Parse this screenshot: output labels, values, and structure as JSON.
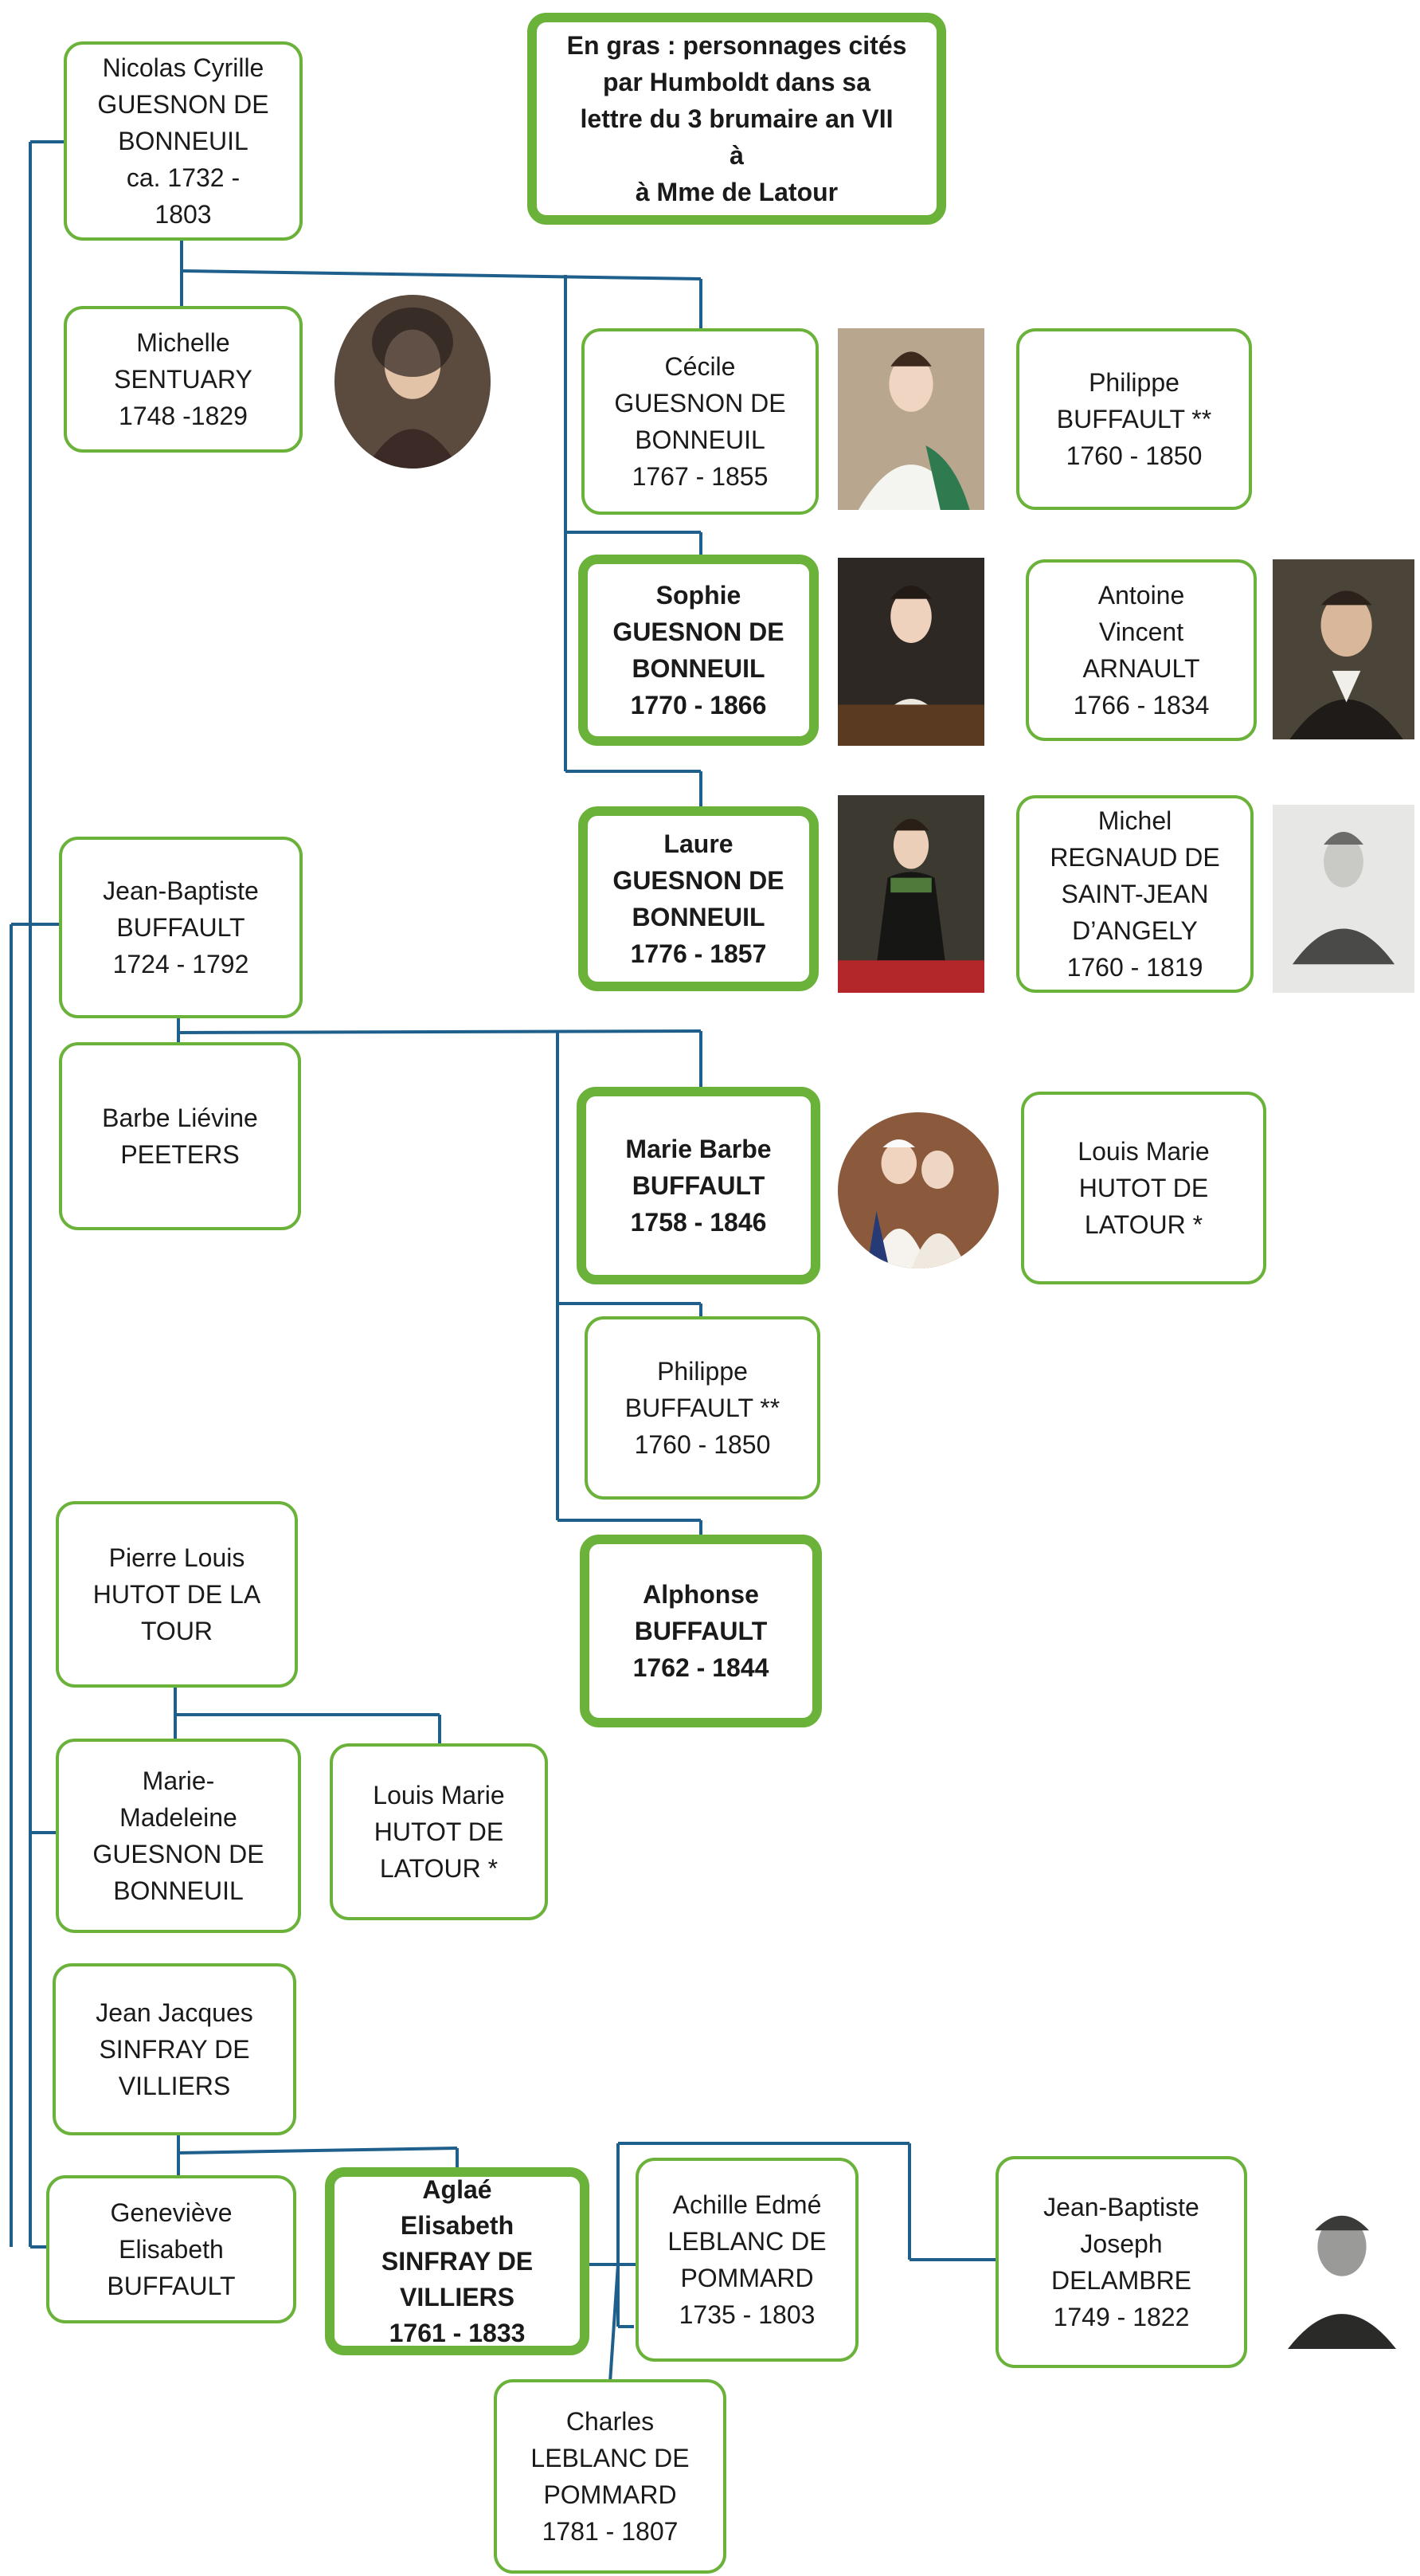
{
  "legend": {
    "text": "En gras : personnages cités\npar Humboldt dans sa\nlettre du 3 brumaire an VII\nà\nà Mme de Latour"
  },
  "persons": {
    "nicolas": "Nicolas Cyrille\nGUESNON DE\nBONNEUIL\nca. 1732 -\n1803",
    "michelle": "Michelle\nSENTUARY\n1748 -1829",
    "cecile": "Cécile\nGUESNON DE\nBONNEUIL\n1767 - 1855",
    "philippe_top": "Philippe\nBUFFAULT **\n1760 - 1850",
    "sophie": "Sophie\nGUESNON DE\nBONNEUIL\n1770 - 1866",
    "antoine": "Antoine\nVincent\nARNAULT\n1766 - 1834",
    "laure": "Laure\nGUESNON DE\nBONNEUIL\n1776 - 1857",
    "michel": "Michel\nREGNAUD DE\nSAINT-JEAN\nD’ANGELY\n1760 - 1819",
    "jean_baptiste": "Jean-Baptiste\nBUFFAULT\n1724 - 1792",
    "barbe": "Barbe Liévine\nPEETERS",
    "marie_barbe": "Marie Barbe\nBUFFAULT\n1758 - 1846",
    "louis_marie_right": "Louis Marie\nHUTOT DE\nLATOUR *",
    "philippe_mid": "Philippe\nBUFFAULT **\n1760 - 1850",
    "alphonse": "Alphonse\nBUFFAULT\n1762 - 1844",
    "pierre_louis": "Pierre Louis\nHUTOT DE LA\nTOUR",
    "marie_madeleine": "Marie-\nMadeleine\nGUESNON DE\nBONNEUIL",
    "louis_marie_left": "Louis Marie\nHUTOT DE\nLATOUR *",
    "jean_jacques": "Jean Jacques\nSINFRAY DE\nVILLIERS",
    "genevieve": "Geneviève\nElisabeth\nBUFFAULT",
    "aglae": "Aglaé\nElisabeth\nSINFRAY DE\nVILLIERS\n1761 - 1833",
    "achille": "Achille Edmé\nLEBLANC DE\nPOMMARD\n1735 - 1803",
    "jean_baptiste_delambre": "Jean-Baptiste\nJoseph\nDELAMBRE\n1749 - 1822",
    "charles": "Charles\nLEBLANC DE\nPOMMARD\n1781 - 1807"
  },
  "colors": {
    "box_border": "#6ab23a",
    "line": "#1f5f8b"
  }
}
